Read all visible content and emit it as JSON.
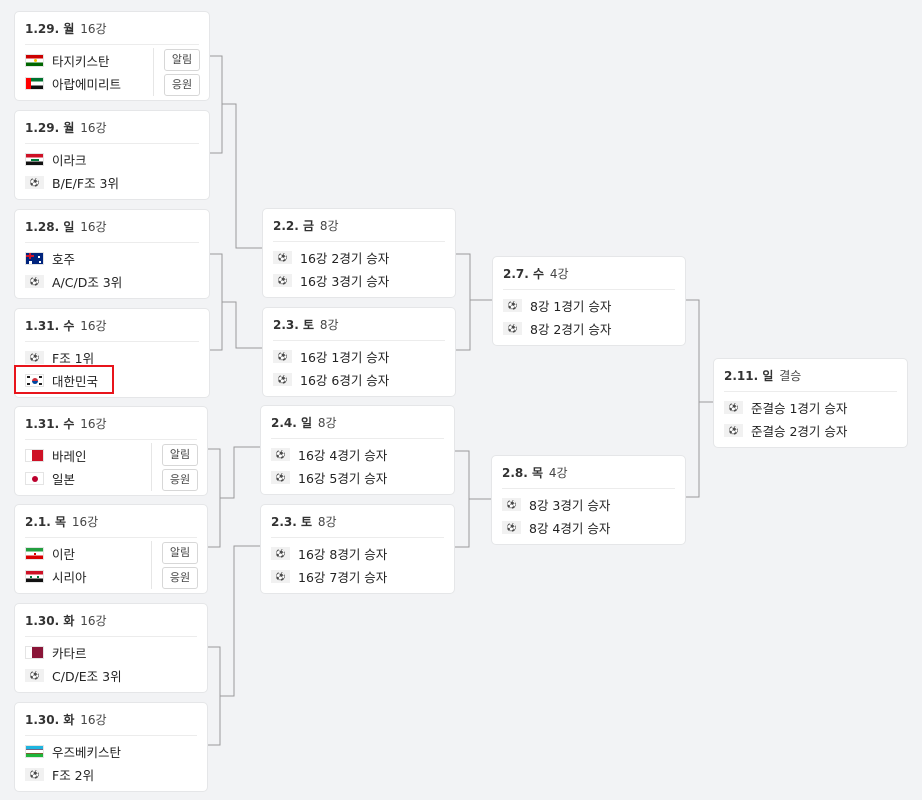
{
  "buttons": {
    "alert": "알림",
    "cheer": "응원"
  },
  "r16": [
    {
      "date": "1.29.",
      "day": "월",
      "round": "16강",
      "teams": [
        {
          "name": "타지키스탄",
          "flag": "tajikistan-flag"
        },
        {
          "name": "아랍에미리트",
          "flag": "uae-flag"
        }
      ],
      "actions": true
    },
    {
      "date": "1.29.",
      "day": "월",
      "round": "16강",
      "teams": [
        {
          "name": "이라크",
          "flag": "iraq-flag"
        },
        {
          "name": "B/E/F조 3위",
          "flag": "soccer-ball-icon"
        }
      ],
      "actions": false
    },
    {
      "date": "1.28.",
      "day": "일",
      "round": "16강",
      "teams": [
        {
          "name": "호주",
          "flag": "australia-flag"
        },
        {
          "name": "A/C/D조 3위",
          "flag": "soccer-ball-icon"
        }
      ],
      "actions": false
    },
    {
      "date": "1.31.",
      "day": "수",
      "round": "16강",
      "teams": [
        {
          "name": "F조 1위",
          "flag": "soccer-ball-icon"
        },
        {
          "name": "대한민국",
          "flag": "south-korea-flag"
        }
      ],
      "actions": false
    },
    {
      "date": "1.31.",
      "day": "수",
      "round": "16강",
      "teams": [
        {
          "name": "바레인",
          "flag": "bahrain-flag"
        },
        {
          "name": "일본",
          "flag": "japan-flag"
        }
      ],
      "actions": true
    },
    {
      "date": "2.1.",
      "day": "목",
      "round": "16강",
      "teams": [
        {
          "name": "이란",
          "flag": "iran-flag"
        },
        {
          "name": "시리아",
          "flag": "syria-flag"
        }
      ],
      "actions": true
    },
    {
      "date": "1.30.",
      "day": "화",
      "round": "16강",
      "teams": [
        {
          "name": "카타르",
          "flag": "qatar-flag"
        },
        {
          "name": "C/D/E조 3위",
          "flag": "soccer-ball-icon"
        }
      ],
      "actions": false
    },
    {
      "date": "1.30.",
      "day": "화",
      "round": "16강",
      "teams": [
        {
          "name": "우즈베키스탄",
          "flag": "uzbekistan-flag"
        },
        {
          "name": "F조 2위",
          "flag": "soccer-ball-icon"
        }
      ],
      "actions": false
    }
  ],
  "qf": [
    {
      "date": "2.2.",
      "day": "금",
      "round": "8강",
      "teams": [
        {
          "name": "16강 2경기 승자"
        },
        {
          "name": "16강 3경기 승자"
        }
      ]
    },
    {
      "date": "2.3.",
      "day": "토",
      "round": "8강",
      "teams": [
        {
          "name": "16강 1경기 승자"
        },
        {
          "name": "16강 6경기 승자"
        }
      ]
    },
    {
      "date": "2.4.",
      "day": "일",
      "round": "8강",
      "teams": [
        {
          "name": "16강 4경기 승자"
        },
        {
          "name": "16강 5경기 승자"
        }
      ]
    },
    {
      "date": "2.3.",
      "day": "토",
      "round": "8강",
      "teams": [
        {
          "name": "16강 8경기 승자"
        },
        {
          "name": "16강 7경기 승자"
        }
      ]
    }
  ],
  "sf": [
    {
      "date": "2.7.",
      "day": "수",
      "round": "4강",
      "teams": [
        {
          "name": "8강 1경기 승자"
        },
        {
          "name": "8강 2경기 승자"
        }
      ]
    },
    {
      "date": "2.8.",
      "day": "목",
      "round": "4강",
      "teams": [
        {
          "name": "8강 3경기 승자"
        },
        {
          "name": "8강 4경기 승자"
        }
      ]
    }
  ],
  "final": [
    {
      "date": "2.11.",
      "day": "일",
      "round": "결승",
      "teams": [
        {
          "name": "준결승 1경기 승자"
        },
        {
          "name": "준결승 2경기 승자"
        }
      ]
    }
  ],
  "highlight_team": "대한민국",
  "colors": {
    "highlight": "#e8141b",
    "background": "#f2f3f5",
    "card_border": "#e5e6e8",
    "connector": "#9a9a9a"
  }
}
